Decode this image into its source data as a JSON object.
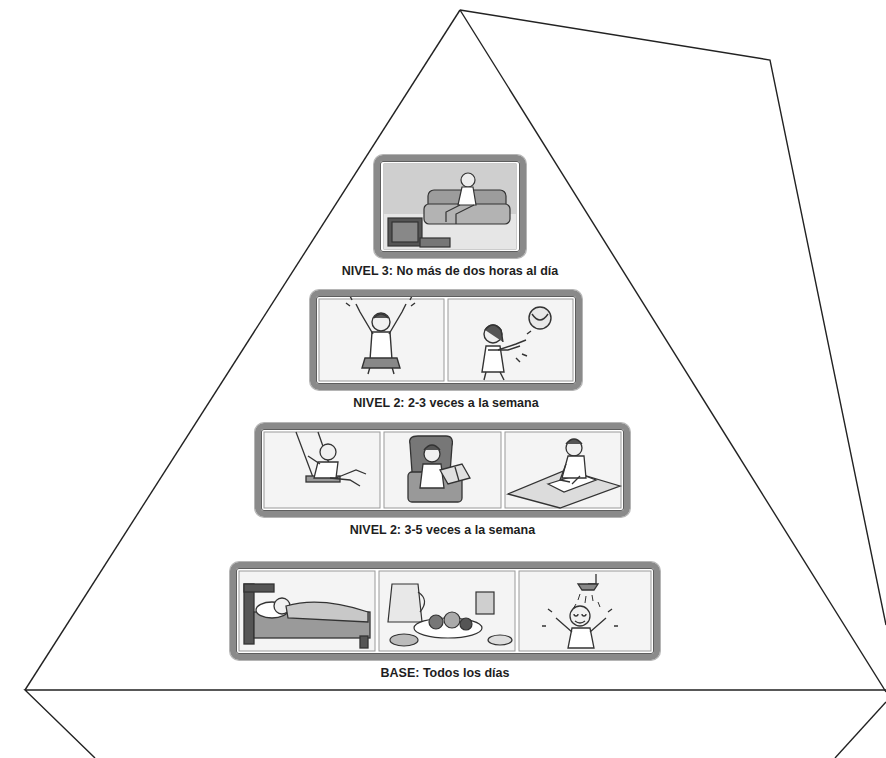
{
  "diagram": {
    "nodes": [
      {
        "text": [
          "NIVEL 3: No más de dos horas al día"
        ]
      },
      {
        "text": [
          "NIVEL 2: 2-3 veces a la semana"
        ]
      },
      {
        "text": [
          "NIVEL 2: 3-5 veces a la semana"
        ]
      },
      {
        "text": [
          "BASE: Todos los días"
        ]
      }
    ]
  }
}
